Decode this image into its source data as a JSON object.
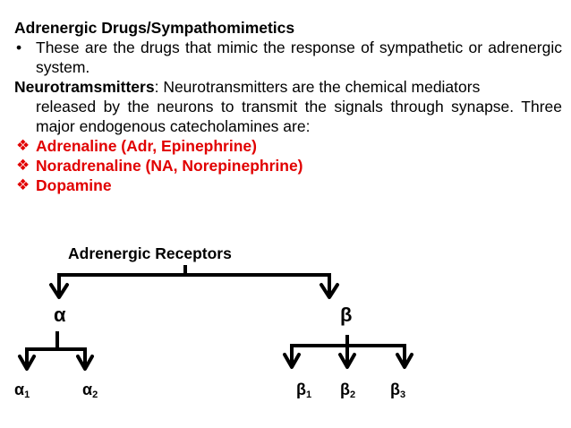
{
  "header": {
    "title": "Adrenergic Drugs/Sympathomimetics"
  },
  "bullet": {
    "symbol": "•",
    "text": "These are the drugs that mimic the response of sympathetic or adrenergic system."
  },
  "definition": {
    "term": "Neurotramsmitters",
    "colon": ":",
    "text_line1": " Neurotransmitters are the chemical mediators",
    "text_rest": "released by the neurons to transmit the signals through synapse. Three major endogenous catecholamines are:"
  },
  "catecholamines": {
    "icon": "diamond-bullet-icon",
    "symbol": "❖",
    "color": "#e10000",
    "items": [
      {
        "label": "Adrenaline (Adr, Epinephrine)"
      },
      {
        "label": "Noradrenaline (NA, Norepinephrine)"
      },
      {
        "label": "Dopamine"
      }
    ]
  },
  "diagram": {
    "title": "Adrenergic Receptors",
    "alpha": {
      "label": "α",
      "subtypes": [
        {
          "symbol": "α",
          "sub": "1"
        },
        {
          "symbol": "α",
          "sub": "2"
        }
      ]
    },
    "beta": {
      "label": "β",
      "subtypes": [
        {
          "symbol": "β",
          "sub": "1"
        },
        {
          "symbol": "β",
          "sub": "2"
        },
        {
          "symbol": "β",
          "sub": "3"
        }
      ]
    }
  }
}
